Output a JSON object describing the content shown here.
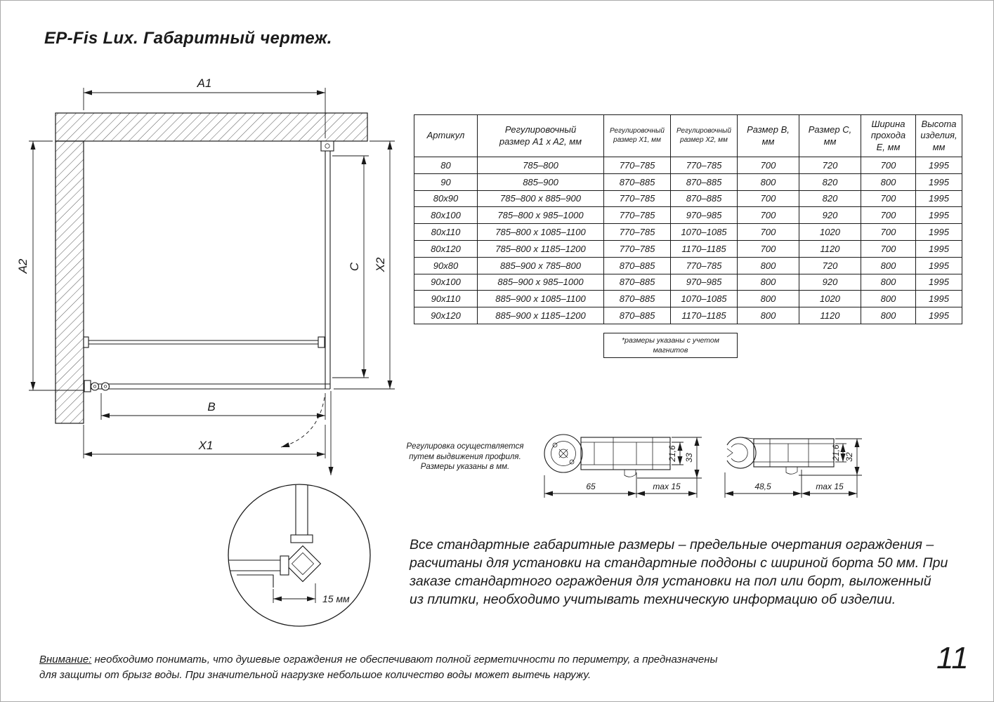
{
  "colors": {
    "ink": "#1a1a1a",
    "paper": "#ffffff"
  },
  "page": {
    "title": "EP-Fis Lux. Габаритный чертеж.",
    "page_number": "11",
    "adjust_note": "Регулировка осуществляется\nпутем выдвижения профиля.\nРазмеры указаны в мм.",
    "description": "Все стандартные габаритные размеры – предельные очертания ограждения –\nрасчитаны для установки на стандартные поддоны с шириной борта 50 мм. При\nзаказе стандартного ограждения для установки на пол или борт, выложенный\nиз плитки, необходимо учитывать техническую информацию об изделии.",
    "warning_label": "Внимание:",
    "warning_text": " необходимо понимать, что душевые ограждения не обеспечивают полной герметичности по периметру, а предназначены\nдля защиты от брызг воды. При значительной нагрузке небольшое количество воды может вытечь наружу."
  },
  "drawing": {
    "dim_a1": "A1",
    "dim_a2": "A2",
    "dim_x1": "X1",
    "dim_x2": "X2",
    "dim_b": "B",
    "dim_c": "C",
    "detail_gap": "15 мм"
  },
  "profiles": [
    {
      "length": "65",
      "extension": "max 15",
      "inner_height": "21,6",
      "outer_height": "33"
    },
    {
      "length": "48,5",
      "extension": "max 15",
      "inner_height": "21,6",
      "outer_height": "32"
    }
  ],
  "table": {
    "headers": [
      "Артикул",
      "Регулировочный\nразмер A1 x A2, мм",
      "Регулировочный\nразмер X1, мм",
      "Регулировочный\nразмер X2, мм",
      "Размер B,\nмм",
      "Размер C,\nмм",
      "Ширина\nпрохода\nЕ, мм",
      "Высота\nизделия,\nмм"
    ],
    "rows": [
      [
        "80",
        "785–800",
        "770–785",
        "770–785",
        "700",
        "720",
        "700",
        "1995"
      ],
      [
        "90",
        "885–900",
        "870–885",
        "870–885",
        "800",
        "820",
        "800",
        "1995"
      ],
      [
        "80x90",
        "785–800 x 885–900",
        "770–785",
        "870–885",
        "700",
        "820",
        "700",
        "1995"
      ],
      [
        "80x100",
        "785–800 x 985–1000",
        "770–785",
        "970–985",
        "700",
        "920",
        "700",
        "1995"
      ],
      [
        "80x110",
        "785–800 x 1085–1100",
        "770–785",
        "1070–1085",
        "700",
        "1020",
        "700",
        "1995"
      ],
      [
        "80x120",
        "785–800 x 1185–1200",
        "770–785",
        "1170–1185",
        "700",
        "1120",
        "700",
        "1995"
      ],
      [
        "90x80",
        "885–900 x 785–800",
        "870–885",
        "770–785",
        "800",
        "720",
        "800",
        "1995"
      ],
      [
        "90x100",
        "885–900 x 985–1000",
        "870–885",
        "970–985",
        "800",
        "920",
        "800",
        "1995"
      ],
      [
        "90x110",
        "885–900 x 1085–1100",
        "870–885",
        "1070–1085",
        "800",
        "1020",
        "800",
        "1995"
      ],
      [
        "90x120",
        "885–900 x 1185–1200",
        "870–885",
        "1170–1185",
        "800",
        "1120",
        "800",
        "1995"
      ]
    ],
    "footnote": "*размеры указаны с учетом\nмагнитов"
  }
}
